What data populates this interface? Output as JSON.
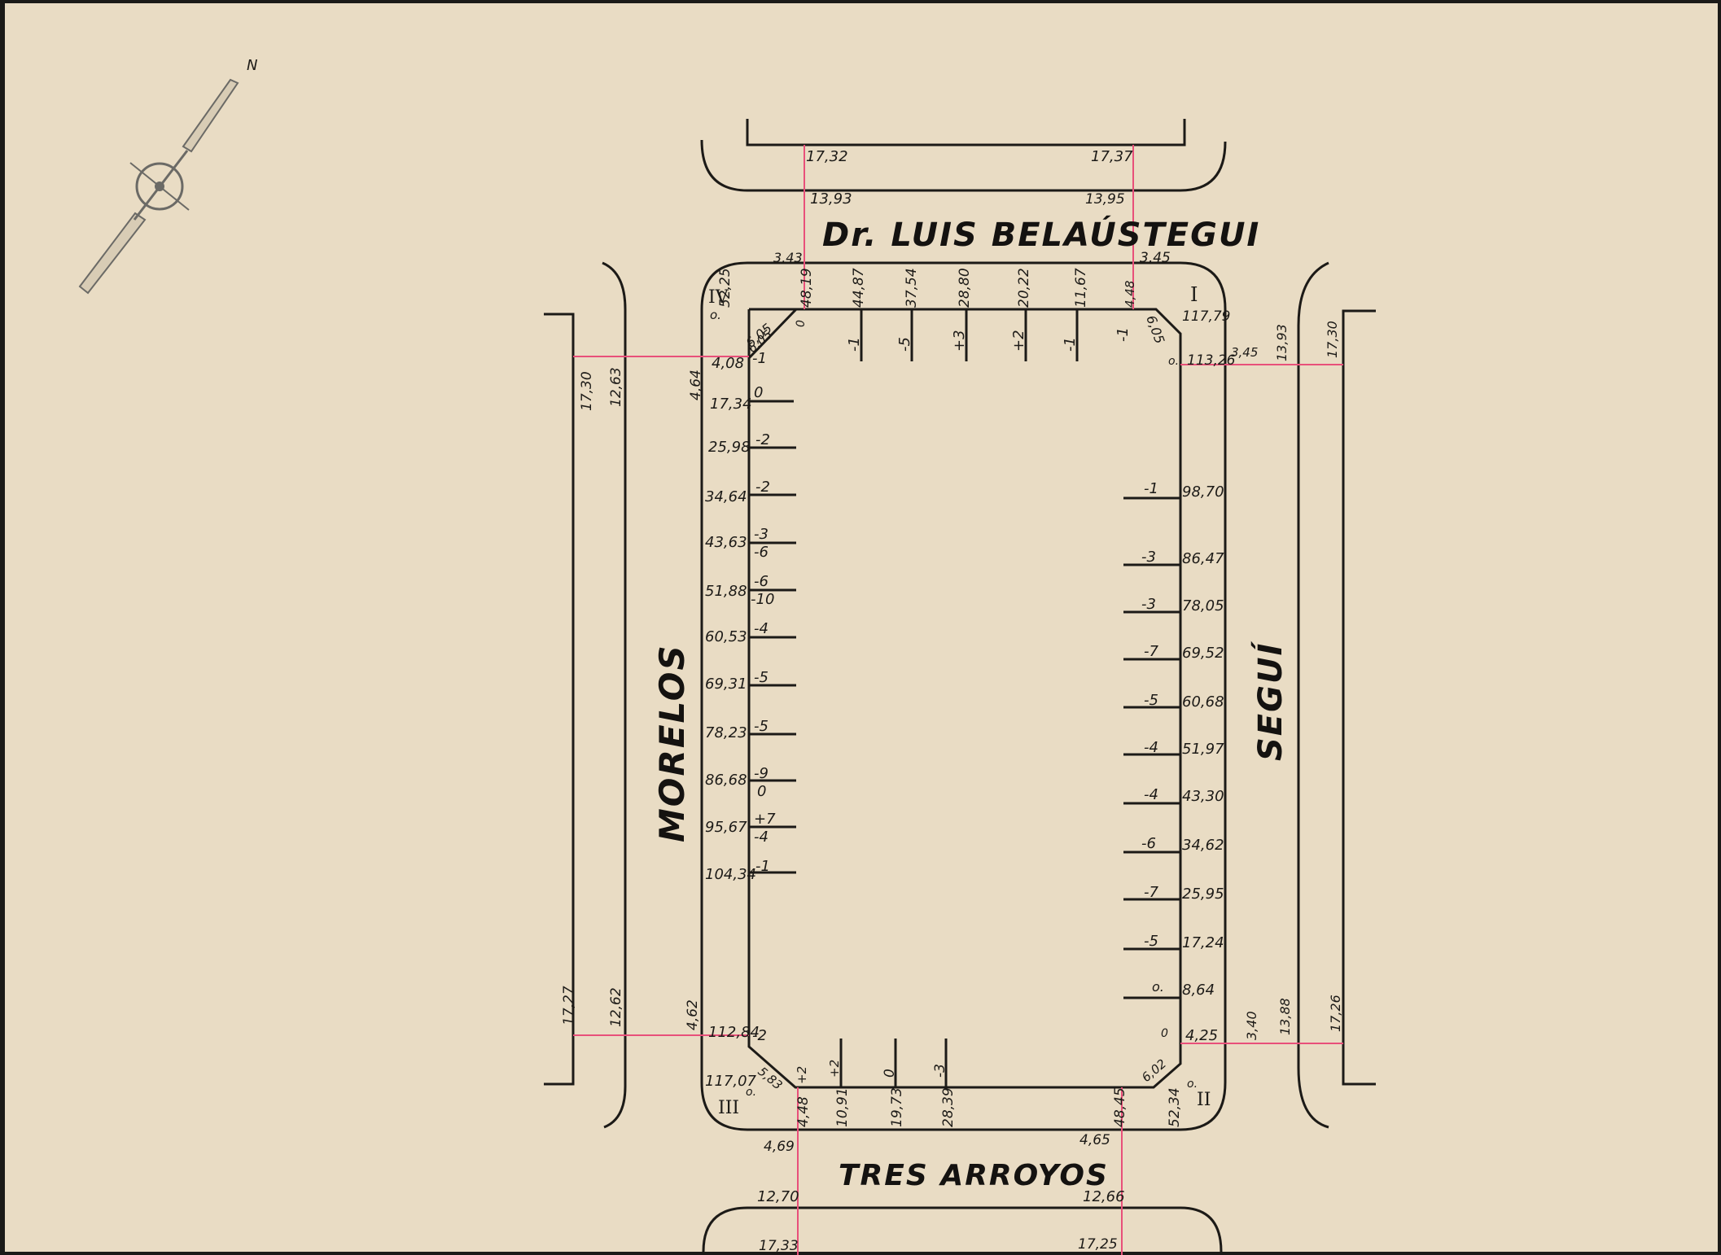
{
  "colors": {
    "paper": "#e9dcc4",
    "ink": "#1c1a17",
    "survey_line": "#e8507a"
  },
  "compass": {
    "north_letter": "N"
  },
  "streets": {
    "north": "Dr. LUIS BELAÚSTEGUI",
    "south": "TRES ARROYOS",
    "west": "MORELOS",
    "east": "SEGUÍ"
  },
  "corners": {
    "ne": "I",
    "se": "II",
    "sw": "III",
    "nw": "IV"
  },
  "north_side": {
    "road_labels": [
      "17,32",
      "17,37",
      "13,93",
      "13,95"
    ],
    "sidewalk": [
      "3,43",
      "3,45"
    ],
    "stations": [
      "52,25",
      "48,19",
      "44,87",
      "37,54",
      "28,80",
      "20,22",
      "11,67",
      "4,48"
    ],
    "offsets": [
      "-1",
      "-5",
      "+3",
      "+2",
      "-1",
      "-1"
    ],
    "extra": [
      "o.",
      "0",
      "6,05"
    ]
  },
  "ne_corner": {
    "values": [
      "117,79",
      "6,05",
      "113,26",
      "o.",
      "3,45",
      "13,93",
      "17,30"
    ]
  },
  "west_side": {
    "road_labels": [
      "17,30",
      "12,63",
      "17,27",
      "12,62"
    ],
    "sidewalk": [
      "4,64",
      "4,62"
    ],
    "stations": [
      "4,08",
      "17,34",
      "25,98",
      "34,64",
      "43,63",
      "51,88",
      "60,53",
      "69,31",
      "78,23",
      "86,68",
      "95,67",
      "104,34",
      "112,84",
      "117,07"
    ],
    "offsets": [
      "-1",
      "0",
      "-2",
      "-2",
      "-3",
      "-6",
      "-6",
      "-10",
      "-4",
      "-5",
      "-5",
      "-9",
      "0",
      "+7",
      "-4",
      "-1",
      "-2"
    ],
    "extra": [
      "6,05",
      "5,83",
      "o."
    ]
  },
  "east_side": {
    "stations": [
      "98,70",
      "86,47",
      "78,05",
      "69,52",
      "60,68",
      "51,97",
      "43,30",
      "34,62",
      "25,95",
      "17,24",
      "8,64",
      "4,25"
    ],
    "offsets": [
      "-1",
      "-3",
      "-3",
      "-7",
      "-5",
      "-4",
      "-4",
      "-6",
      "-7",
      "-5",
      "o."
    ],
    "road_labels": [
      "3,40",
      "13,88",
      "17,26"
    ],
    "extra": [
      "6,02",
      "0",
      "o."
    ]
  },
  "south_side": {
    "stations": [
      "4,48",
      "10,91",
      "19,73",
      "28,39",
      "48,45",
      "52,34"
    ],
    "offsets": [
      "+2",
      "+2",
      "0",
      "-3"
    ],
    "sidewalk": [
      "4,69",
      "4,65"
    ],
    "road_labels": [
      "12,70",
      "12,66",
      "17,33",
      "17,25"
    ]
  }
}
